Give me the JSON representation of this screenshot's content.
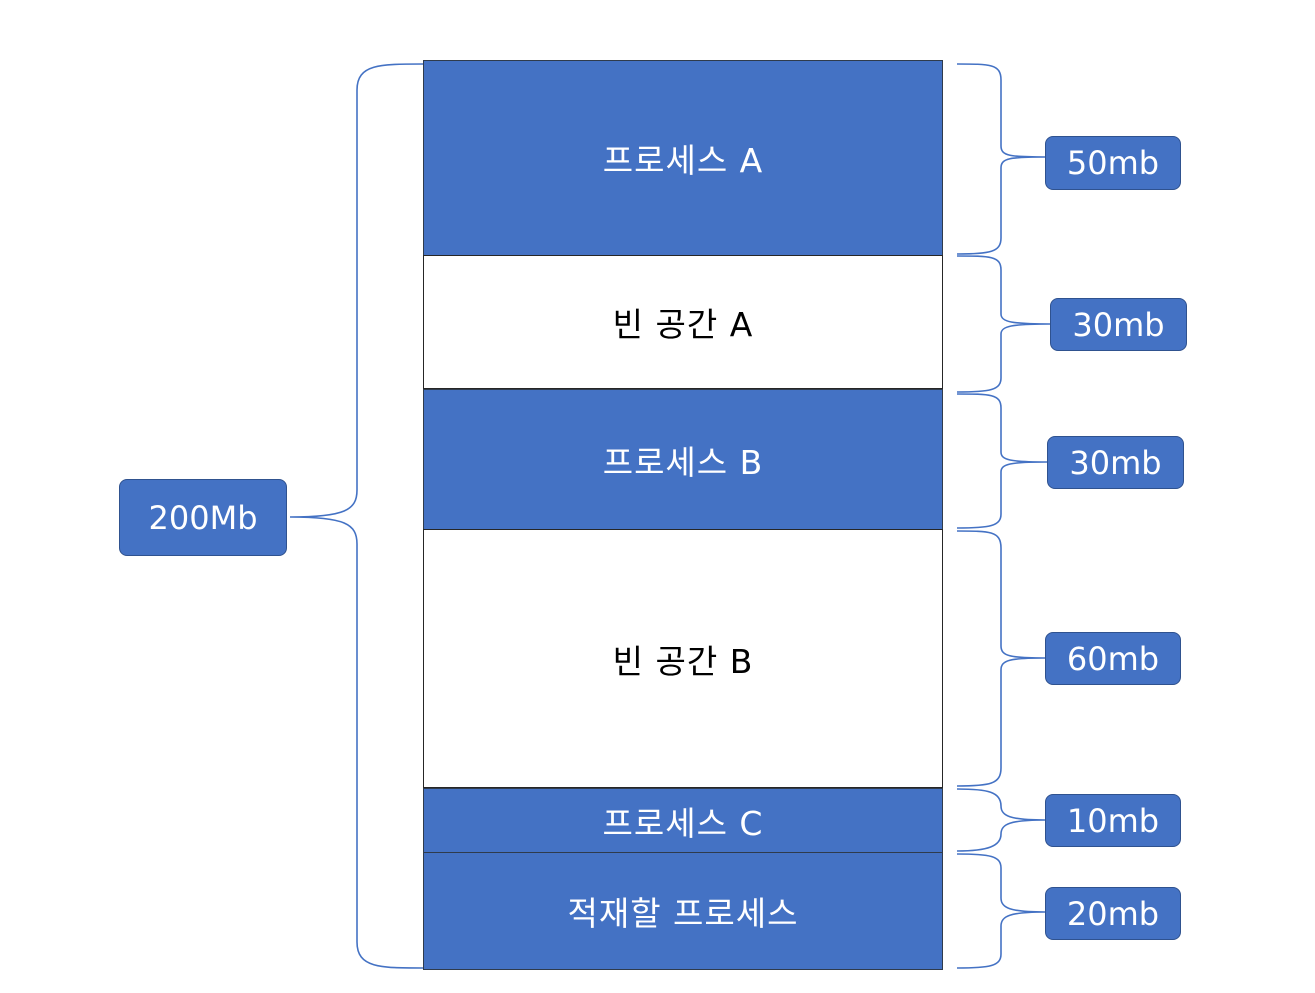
{
  "colors": {
    "process_fill": "#4472c4",
    "free_fill": "#ffffff",
    "brace_stroke": "#4472c4",
    "badge_fill": "#4472c4"
  },
  "total": {
    "label": "200Mb"
  },
  "segments": [
    {
      "label": "프로세스 A",
      "kind": "process",
      "size_mb": 50,
      "size_label": "50mb"
    },
    {
      "label": "빈 공간 A",
      "kind": "free",
      "size_mb": 30,
      "size_label": "30mb"
    },
    {
      "label": "프로세스 B",
      "kind": "process",
      "size_mb": 30,
      "size_label": "30mb"
    },
    {
      "label": "빈 공간 B",
      "kind": "free",
      "size_mb": 60,
      "size_label": "60mb"
    },
    {
      "label": "프로세스 C",
      "kind": "process",
      "size_mb": 10,
      "size_label": "10mb"
    },
    {
      "label": "적재할 프로세스",
      "kind": "process",
      "size_mb": 20,
      "size_label": "20mb"
    }
  ]
}
